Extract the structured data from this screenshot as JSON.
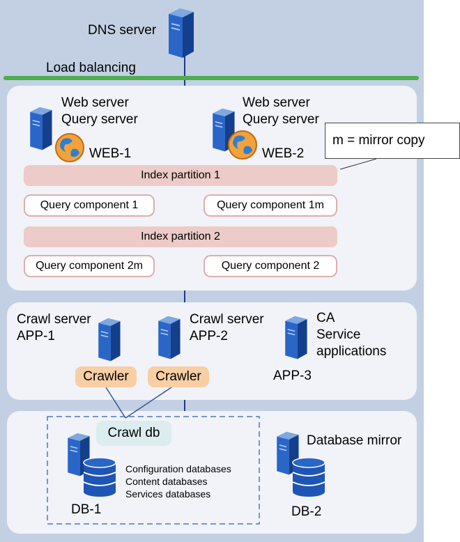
{
  "dns": {
    "label": "DNS server"
  },
  "lb": {
    "label": "Load balancing",
    "color": "#4cae4c"
  },
  "web": {
    "server1": {
      "line1": "Web server",
      "line2": "Query server",
      "name": "WEB-1"
    },
    "server2": {
      "line1": "Web server",
      "line2": "Query server",
      "name": "WEB-2"
    },
    "partition1": "Index partition 1",
    "partition2": "Index partition 2",
    "qc1": "Query component 1",
    "qc1m": "Query component 1m",
    "qc2m": "Query component 2m",
    "qc2": "Query component 2"
  },
  "callout": {
    "text": "m = mirror copy"
  },
  "app": {
    "app1": {
      "line1": "Crawl server",
      "line2": "APP-1"
    },
    "app2": {
      "line1": "Crawl server",
      "line2": "APP-2"
    },
    "app3": {
      "line1": "CA",
      "line2": "Service",
      "line3": "applications",
      "name": "APP-3"
    },
    "crawler1": "Crawler",
    "crawler2": "Crawler"
  },
  "db": {
    "crawldb": "Crawl db",
    "list": [
      "Configuration databases",
      "Content databases",
      "Services databases"
    ],
    "db1": "DB-1",
    "mirror": "Database mirror",
    "db2": "DB-2"
  },
  "colors": {
    "panel": "#c3d0e3",
    "tier": "#f1f3f8",
    "partition": "#eccbc8",
    "crawler": "#f8cfa4",
    "server_blue": "#1f55b4"
  },
  "icons": [
    "server-icon",
    "globe-icon",
    "database-icon"
  ]
}
